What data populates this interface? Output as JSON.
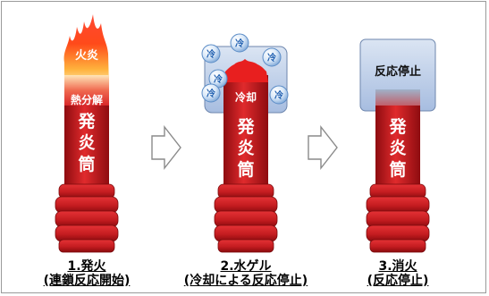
{
  "stages": [
    {
      "title": "1.発火",
      "subtitle": "(連鎖反応開始)",
      "flame_label": "火炎",
      "zone_label": "熱分解",
      "tube_label": [
        "発",
        "炎",
        "筒"
      ]
    },
    {
      "title": "2.水ゲル",
      "subtitle": "(冷却による反応停止)",
      "cooling_label": "冷却",
      "bubble_label": "冷",
      "tube_label": [
        "発",
        "炎",
        "筒"
      ]
    },
    {
      "title": "3.消火",
      "subtitle": "(反応停止)",
      "stop_label": "反応停止",
      "tube_label": [
        "発",
        "炎",
        "筒"
      ]
    }
  ],
  "colors": {
    "tube_red": "#d8282a",
    "tube_dark": "#9c0f12",
    "flame_orange": "#ff5a1f",
    "box_blue": "#a9bfe0",
    "bubble_blue": "#2f74c8"
  }
}
